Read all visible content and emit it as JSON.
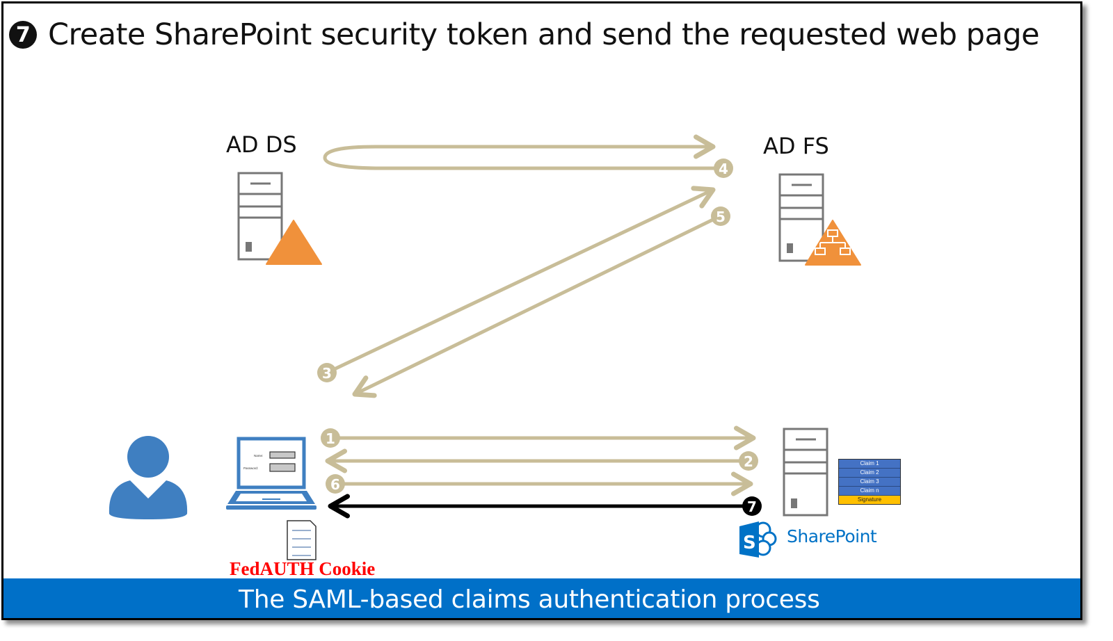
{
  "slide": {
    "title_step": "7",
    "title": "Create SharePoint security token and send the requested web page",
    "footer": "The SAML-based claims authentication process"
  },
  "nodes": {
    "ad_ds": {
      "label": "AD DS"
    },
    "ad_fs": {
      "label": "AD FS"
    },
    "sharepoint": {
      "label": "SharePoint"
    },
    "user": {
      "label": ""
    },
    "client": {
      "login_name_label": "Name:",
      "login_password_label": "Password:"
    }
  },
  "token": {
    "claims": [
      "Claim 1",
      "Claim 2",
      "Claim 3",
      "Claim n"
    ],
    "signature": "Signature"
  },
  "cookie": {
    "label": "FedAUTH Cookie"
  },
  "steps": [
    {
      "n": "1",
      "from": "client",
      "to": "sharepoint",
      "active": false
    },
    {
      "n": "2",
      "from": "sharepoint",
      "to": "client",
      "active": false
    },
    {
      "n": "3",
      "from": "client",
      "to": "ad_fs",
      "active": false
    },
    {
      "n": "4",
      "from": "ad_fs",
      "to": "ad_ds",
      "note": "round-trip loop",
      "active": false
    },
    {
      "n": "5",
      "from": "ad_fs",
      "to": "client",
      "active": false
    },
    {
      "n": "6",
      "from": "client",
      "to": "sharepoint",
      "active": false
    },
    {
      "n": "7",
      "from": "sharepoint",
      "to": "client",
      "active": true
    }
  ],
  "colors": {
    "inactive_arrow": "#c8bd98",
    "active_arrow": "#000000",
    "accent_orange": "#f0913b",
    "brand_blue": "#0072c6",
    "footer_blue": "#0070c8",
    "person_blue": "#3f7fc1",
    "cookie_red": "#ff0000"
  }
}
